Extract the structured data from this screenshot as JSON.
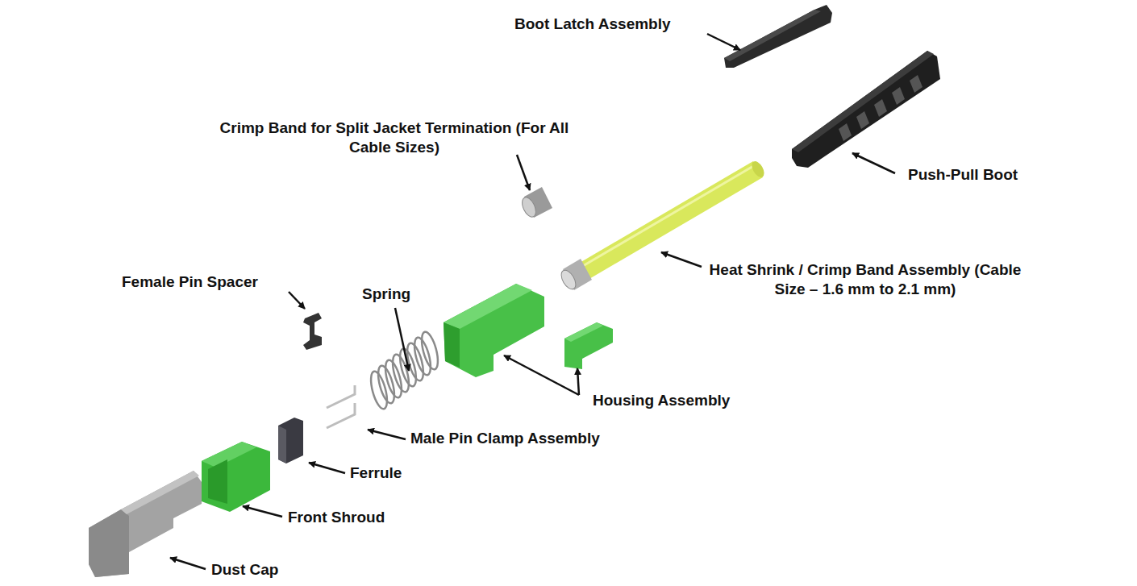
{
  "diagram": {
    "labels": [
      "Boot Latch Assembly",
      "Crimp Band for Split Jacket Termination (For All Cable Sizes)",
      "Push-Pull Boot",
      "Heat Shrink / Crimp Band Assembly (Cable Size – 1.6 mm to 2.1 mm)",
      "Female Pin Spacer",
      "Spring",
      "Housing Assembly",
      "Male Pin Clamp Assembly",
      "Ferrule",
      "Front Shroud",
      "Dust Cap"
    ]
  }
}
